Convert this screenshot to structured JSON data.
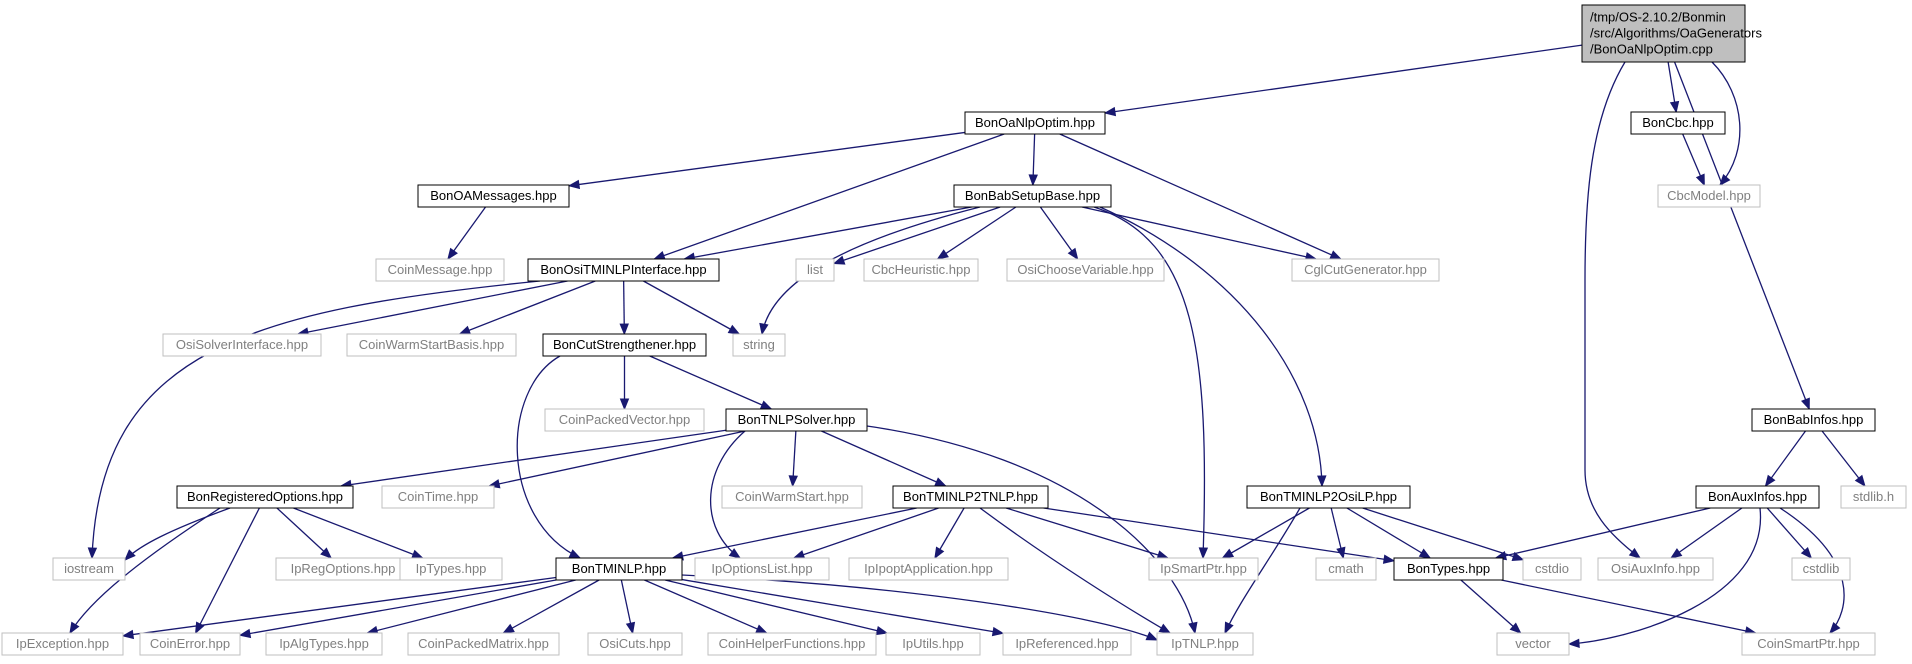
{
  "diagram": {
    "colors": {
      "edge": "#191970",
      "documented_border": "#000000",
      "external_border": "#bfbfbf",
      "external_text": "#808080",
      "root_fill": "#bfbfbf",
      "text": "#000000"
    },
    "nodes": [
      {
        "id": "root",
        "lines": [
          "/tmp/OS-2.10.2/Bonmin",
          "/src/Algorithms/OaGenerators",
          "/BonOaNlpOptim.cpp"
        ],
        "kind": "root"
      },
      {
        "id": "oanlp",
        "lines": [
          "BonOaNlpOptim.hpp"
        ],
        "kind": "documented"
      },
      {
        "id": "boncbc",
        "lines": [
          "BonCbc.hpp"
        ],
        "kind": "documented"
      },
      {
        "id": "cbcmodel",
        "lines": [
          "CbcModel.hpp"
        ],
        "kind": "external"
      },
      {
        "id": "oamsg",
        "lines": [
          "BonOAMessages.hpp"
        ],
        "kind": "documented"
      },
      {
        "id": "babsetup",
        "lines": [
          "BonBabSetupBase.hpp"
        ],
        "kind": "documented"
      },
      {
        "id": "coinmsg",
        "lines": [
          "CoinMessage.hpp"
        ],
        "kind": "external"
      },
      {
        "id": "ositminlp",
        "lines": [
          "BonOsiTMINLPInterface.hpp"
        ],
        "kind": "documented"
      },
      {
        "id": "list",
        "lines": [
          "list"
        ],
        "kind": "external"
      },
      {
        "id": "cbcheur",
        "lines": [
          "CbcHeuristic.hpp"
        ],
        "kind": "external"
      },
      {
        "id": "osichoose",
        "lines": [
          "OsiChooseVariable.hpp"
        ],
        "kind": "external"
      },
      {
        "id": "cglcut",
        "lines": [
          "CglCutGenerator.hpp"
        ],
        "kind": "external"
      },
      {
        "id": "osisolver",
        "lines": [
          "OsiSolverInterface.hpp"
        ],
        "kind": "external"
      },
      {
        "id": "coinwsb",
        "lines": [
          "CoinWarmStartBasis.hpp"
        ],
        "kind": "external"
      },
      {
        "id": "cutstr",
        "lines": [
          "BonCutStrengthener.hpp"
        ],
        "kind": "documented"
      },
      {
        "id": "string",
        "lines": [
          "string"
        ],
        "kind": "external"
      },
      {
        "id": "coinpv",
        "lines": [
          "CoinPackedVector.hpp"
        ],
        "kind": "external"
      },
      {
        "id": "tnlpsolver",
        "lines": [
          "BonTNLPSolver.hpp"
        ],
        "kind": "documented"
      },
      {
        "id": "regopt",
        "lines": [
          "BonRegisteredOptions.hpp"
        ],
        "kind": "documented"
      },
      {
        "id": "cointime",
        "lines": [
          "CoinTime.hpp"
        ],
        "kind": "external"
      },
      {
        "id": "coinws",
        "lines": [
          "CoinWarmStart.hpp"
        ],
        "kind": "external"
      },
      {
        "id": "tminlp2tnlp",
        "lines": [
          "BonTMINLP2TNLP.hpp"
        ],
        "kind": "documented"
      },
      {
        "id": "tminlp2osilp",
        "lines": [
          "BonTMINLP2OsiLP.hpp"
        ],
        "kind": "documented"
      },
      {
        "id": "babinfos",
        "lines": [
          "BonBabInfos.hpp"
        ],
        "kind": "documented"
      },
      {
        "id": "auxinfos",
        "lines": [
          "BonAuxInfos.hpp"
        ],
        "kind": "documented"
      },
      {
        "id": "stdlib_h",
        "lines": [
          "stdlib.h"
        ],
        "kind": "external"
      },
      {
        "id": "iostream",
        "lines": [
          "iostream"
        ],
        "kind": "external"
      },
      {
        "id": "ipregopt",
        "lines": [
          "IpRegOptions.hpp"
        ],
        "kind": "external"
      },
      {
        "id": "iptypes",
        "lines": [
          "IpTypes.hpp"
        ],
        "kind": "external"
      },
      {
        "id": "tminlp",
        "lines": [
          "BonTMINLP.hpp"
        ],
        "kind": "documented"
      },
      {
        "id": "ipoptlist",
        "lines": [
          "IpOptionsList.hpp"
        ],
        "kind": "external"
      },
      {
        "id": "ipoptapp",
        "lines": [
          "IpIpoptApplication.hpp"
        ],
        "kind": "external"
      },
      {
        "id": "ipsmart",
        "lines": [
          "IpSmartPtr.hpp"
        ],
        "kind": "external"
      },
      {
        "id": "cmath",
        "lines": [
          "cmath"
        ],
        "kind": "external"
      },
      {
        "id": "bontypes",
        "lines": [
          "BonTypes.hpp"
        ],
        "kind": "documented"
      },
      {
        "id": "cstdio",
        "lines": [
          "cstdio"
        ],
        "kind": "external"
      },
      {
        "id": "osiaux",
        "lines": [
          "OsiAuxInfo.hpp"
        ],
        "kind": "external"
      },
      {
        "id": "cstdlib",
        "lines": [
          "cstdlib"
        ],
        "kind": "external"
      },
      {
        "id": "ipexc",
        "lines": [
          "IpException.hpp"
        ],
        "kind": "external"
      },
      {
        "id": "coinerr",
        "lines": [
          "CoinError.hpp"
        ],
        "kind": "external"
      },
      {
        "id": "ipalg",
        "lines": [
          "IpAlgTypes.hpp"
        ],
        "kind": "external"
      },
      {
        "id": "coinpm",
        "lines": [
          "CoinPackedMatrix.hpp"
        ],
        "kind": "external"
      },
      {
        "id": "osicuts",
        "lines": [
          "OsiCuts.hpp"
        ],
        "kind": "external"
      },
      {
        "id": "coinhelp",
        "lines": [
          "CoinHelperFunctions.hpp"
        ],
        "kind": "external"
      },
      {
        "id": "iputils",
        "lines": [
          "IpUtils.hpp"
        ],
        "kind": "external"
      },
      {
        "id": "ipref",
        "lines": [
          "IpReferenced.hpp"
        ],
        "kind": "external"
      },
      {
        "id": "iptnlp",
        "lines": [
          "IpTNLP.hpp"
        ],
        "kind": "external"
      },
      {
        "id": "vector",
        "lines": [
          "vector"
        ],
        "kind": "external"
      },
      {
        "id": "coinsmart",
        "lines": [
          "CoinSmartPtr.hpp"
        ],
        "kind": "external"
      }
    ],
    "edges": [
      [
        "root",
        "oanlp"
      ],
      [
        "root",
        "boncbc"
      ],
      [
        "root",
        "cbcmodel"
      ],
      [
        "root",
        "osiaux"
      ],
      [
        "root",
        "babinfos"
      ],
      [
        "boncbc",
        "cbcmodel"
      ],
      [
        "oanlp",
        "oamsg"
      ],
      [
        "oanlp",
        "babsetup"
      ],
      [
        "oanlp",
        "ositminlp"
      ],
      [
        "oanlp",
        "cglcut"
      ],
      [
        "oamsg",
        "coinmsg"
      ],
      [
        "babsetup",
        "ositminlp"
      ],
      [
        "babsetup",
        "string"
      ],
      [
        "babsetup",
        "list"
      ],
      [
        "babsetup",
        "cbcheur"
      ],
      [
        "babsetup",
        "osichoose"
      ],
      [
        "babsetup",
        "cglcut"
      ],
      [
        "babsetup",
        "ipsmart"
      ],
      [
        "babsetup",
        "tminlp2osilp"
      ],
      [
        "ositminlp",
        "iostream"
      ],
      [
        "ositminlp",
        "osisolver"
      ],
      [
        "ositminlp",
        "coinwsb"
      ],
      [
        "ositminlp",
        "cutstr"
      ],
      [
        "ositminlp",
        "string"
      ],
      [
        "cutstr",
        "tminlp"
      ],
      [
        "cutstr",
        "coinpv"
      ],
      [
        "cutstr",
        "tnlpsolver"
      ],
      [
        "tnlpsolver",
        "regopt"
      ],
      [
        "tnlpsolver",
        "cointime"
      ],
      [
        "tnlpsolver",
        "ipoptlist"
      ],
      [
        "tnlpsolver",
        "coinws"
      ],
      [
        "tnlpsolver",
        "tminlp2tnlp"
      ],
      [
        "tnlpsolver",
        "iptnlp"
      ],
      [
        "regopt",
        "iostream"
      ],
      [
        "regopt",
        "ipexc"
      ],
      [
        "regopt",
        "coinerr"
      ],
      [
        "regopt",
        "ipregopt"
      ],
      [
        "regopt",
        "iptypes"
      ],
      [
        "tminlp2tnlp",
        "tminlp"
      ],
      [
        "tminlp2tnlp",
        "ipoptlist"
      ],
      [
        "tminlp2tnlp",
        "ipoptapp"
      ],
      [
        "tminlp2tnlp",
        "ipsmart"
      ],
      [
        "tminlp2tnlp",
        "iptnlp"
      ],
      [
        "tminlp2tnlp",
        "bontypes"
      ],
      [
        "tminlp2osilp",
        "ipsmart"
      ],
      [
        "tminlp2osilp",
        "cmath"
      ],
      [
        "tminlp2osilp",
        "bontypes"
      ],
      [
        "tminlp2osilp",
        "cstdio"
      ],
      [
        "tminlp2osilp",
        "iptnlp"
      ],
      [
        "babinfos",
        "auxinfos"
      ],
      [
        "babinfos",
        "stdlib_h"
      ],
      [
        "auxinfos",
        "bontypes"
      ],
      [
        "auxinfos",
        "osiaux"
      ],
      [
        "auxinfos",
        "cstdlib"
      ],
      [
        "auxinfos",
        "vector"
      ],
      [
        "auxinfos",
        "coinsmart"
      ],
      [
        "bontypes",
        "vector"
      ],
      [
        "bontypes",
        "coinsmart"
      ],
      [
        "tminlp",
        "ipexc"
      ],
      [
        "tminlp",
        "coinerr"
      ],
      [
        "tminlp",
        "ipalg"
      ],
      [
        "tminlp",
        "coinpm"
      ],
      [
        "tminlp",
        "osicuts"
      ],
      [
        "tminlp",
        "coinhelp"
      ],
      [
        "tminlp",
        "iputils"
      ],
      [
        "tminlp",
        "ipref"
      ],
      [
        "tminlp",
        "iptnlp"
      ]
    ]
  }
}
